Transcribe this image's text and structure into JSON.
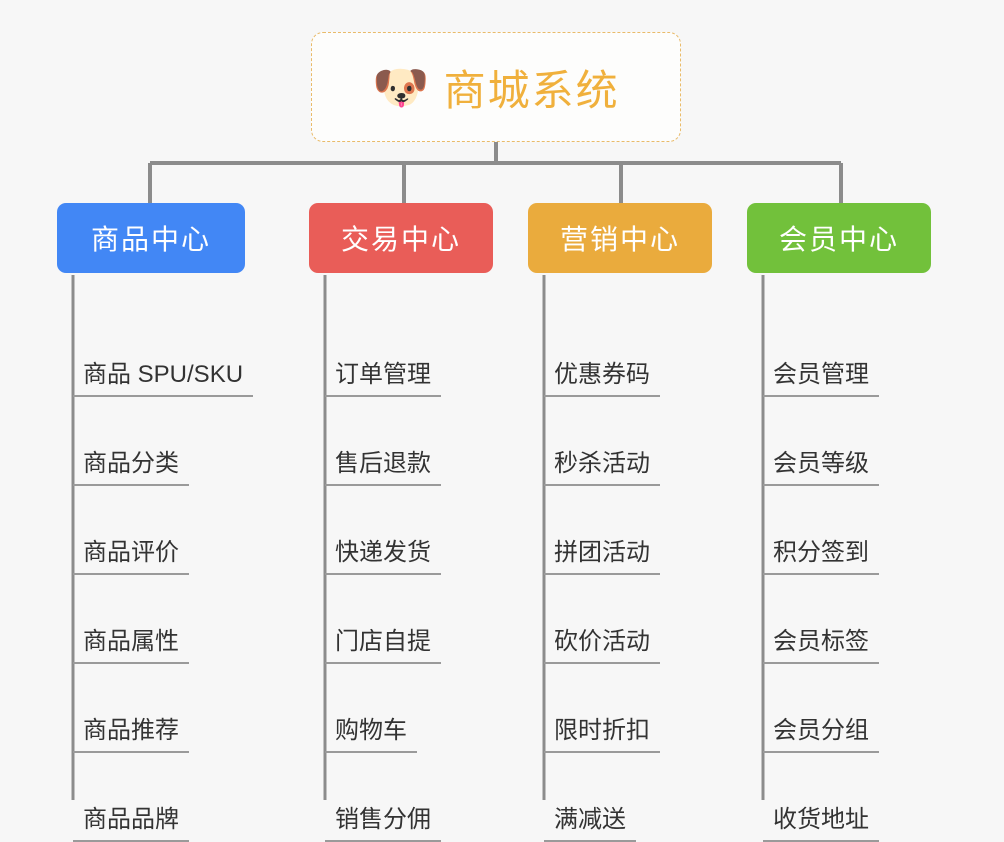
{
  "diagram": {
    "title": "商城系统",
    "root": {
      "label": "商城系统",
      "icon": "dog-face-icon",
      "icon_glyph": "🐶",
      "text_color": "#f0b03c",
      "border_color": "#e9bb6a",
      "background": "#fdfdfc"
    },
    "background": "#f7f7f7",
    "connector_color": "#8c8c8c",
    "leaf_underline_color": "#9a9a9a",
    "leaf_text_color": "#333333",
    "columns": [
      {
        "label": "商品中心",
        "color": "#4287f5",
        "items": [
          "商品 SPU/SKU",
          "商品分类",
          "商品评价",
          "商品属性",
          "商品推荐",
          "商品品牌"
        ]
      },
      {
        "label": "交易中心",
        "color": "#e95d58",
        "items": [
          "订单管理",
          "售后退款",
          "快递发货",
          "门店自提",
          "购物车",
          "销售分佣"
        ]
      },
      {
        "label": "营销中心",
        "color": "#eaab3d",
        "items": [
          "优惠券码",
          "秒杀活动",
          "拼团活动",
          "砍价活动",
          "限时折扣",
          "满减送"
        ]
      },
      {
        "label": "会员中心",
        "color": "#72c13b",
        "items": [
          "会员管理",
          "会员等级",
          "积分签到",
          "会员标签",
          "会员分组",
          "收货地址"
        ]
      }
    ]
  }
}
